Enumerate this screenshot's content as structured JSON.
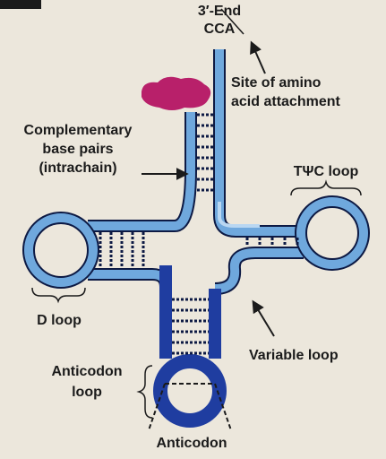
{
  "labels": {
    "end_line1": "3′-End",
    "end_line2": "CCA",
    "amino_line1": "Site of amino",
    "amino_line2": "acid attachment",
    "comp_line1": "Complementary",
    "comp_line2": "base pairs",
    "comp_line3": "(intrachain)",
    "tpsic_loop": "TΨC loop",
    "d_loop": "D loop",
    "variable_loop": "Variable loop",
    "anticodon_loop_line1": "Anticodon",
    "anticodon_loop_line2": "loop",
    "anticodon": "Anticodon"
  },
  "colors": {
    "background": "#ece7dc",
    "strand_light": "#6fa8dd",
    "strand_dark": "#1f3da0",
    "outline": "#0d1a44",
    "amino_acid": "#b8206a",
    "base_pair": "#0d1a44"
  },
  "icons": {
    "amino_acid_blob": "amino-acid-blob",
    "corner_tab": "corner-tab"
  }
}
